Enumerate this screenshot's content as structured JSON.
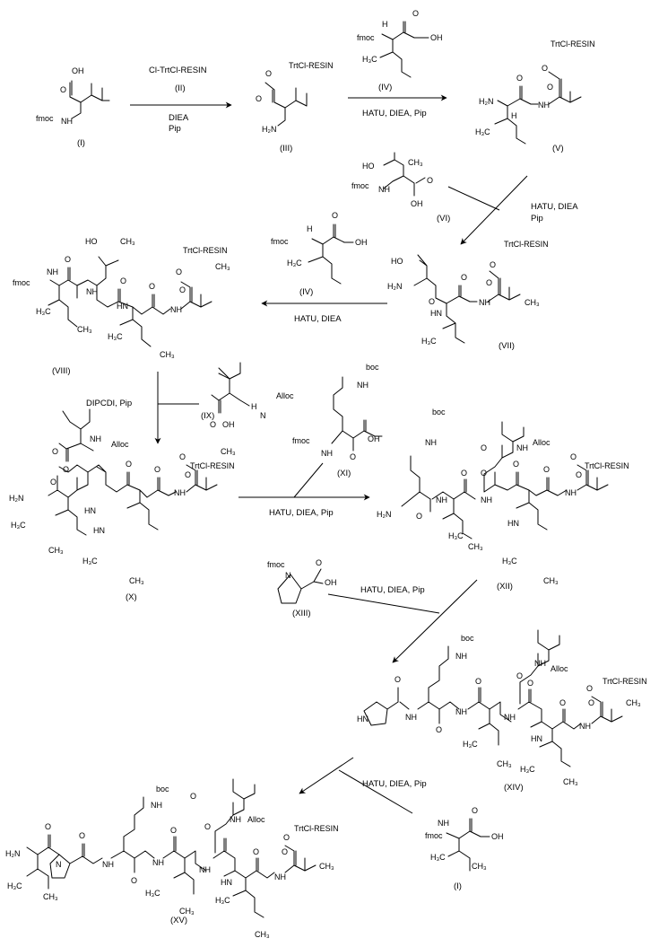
{
  "scheme": {
    "compounds": {
      "I": "(I)",
      "III": "(III)",
      "IV": "(IV)",
      "V": "(V)",
      "VI": "(VI)",
      "VII": "(VII)",
      "VIII": "(VIII)",
      "IX": "(IX)",
      "X": "(X)",
      "XI": "(XI)",
      "XII": "(XII)",
      "XIII": "(XIII)",
      "XIV": "(XIV)",
      "XV": "(XV)"
    },
    "reagents": {
      "resin_name": "Cl-TrtCl-RESIN",
      "resin_label": "(II)",
      "diea": "DIEA",
      "pip": "Pip",
      "hatu_diea_pip": "HATU, DIEA, Pip",
      "hatu_diea": "HATU, DIEA",
      "dipcdi_pip": "DIPCDI, Pip"
    },
    "atoms": {
      "oh": "OH",
      "o": "O",
      "ho": "HO",
      "h2n": "H₂N",
      "nh": "NH",
      "n": "N",
      "h": "H",
      "hn": "HN",
      "ch3": "CH₃",
      "h3c": "H₃C",
      "fmoc": "fmoc",
      "boc": "boc",
      "alloc": "Alloc",
      "resin": "TrtCl-RESIN"
    }
  }
}
